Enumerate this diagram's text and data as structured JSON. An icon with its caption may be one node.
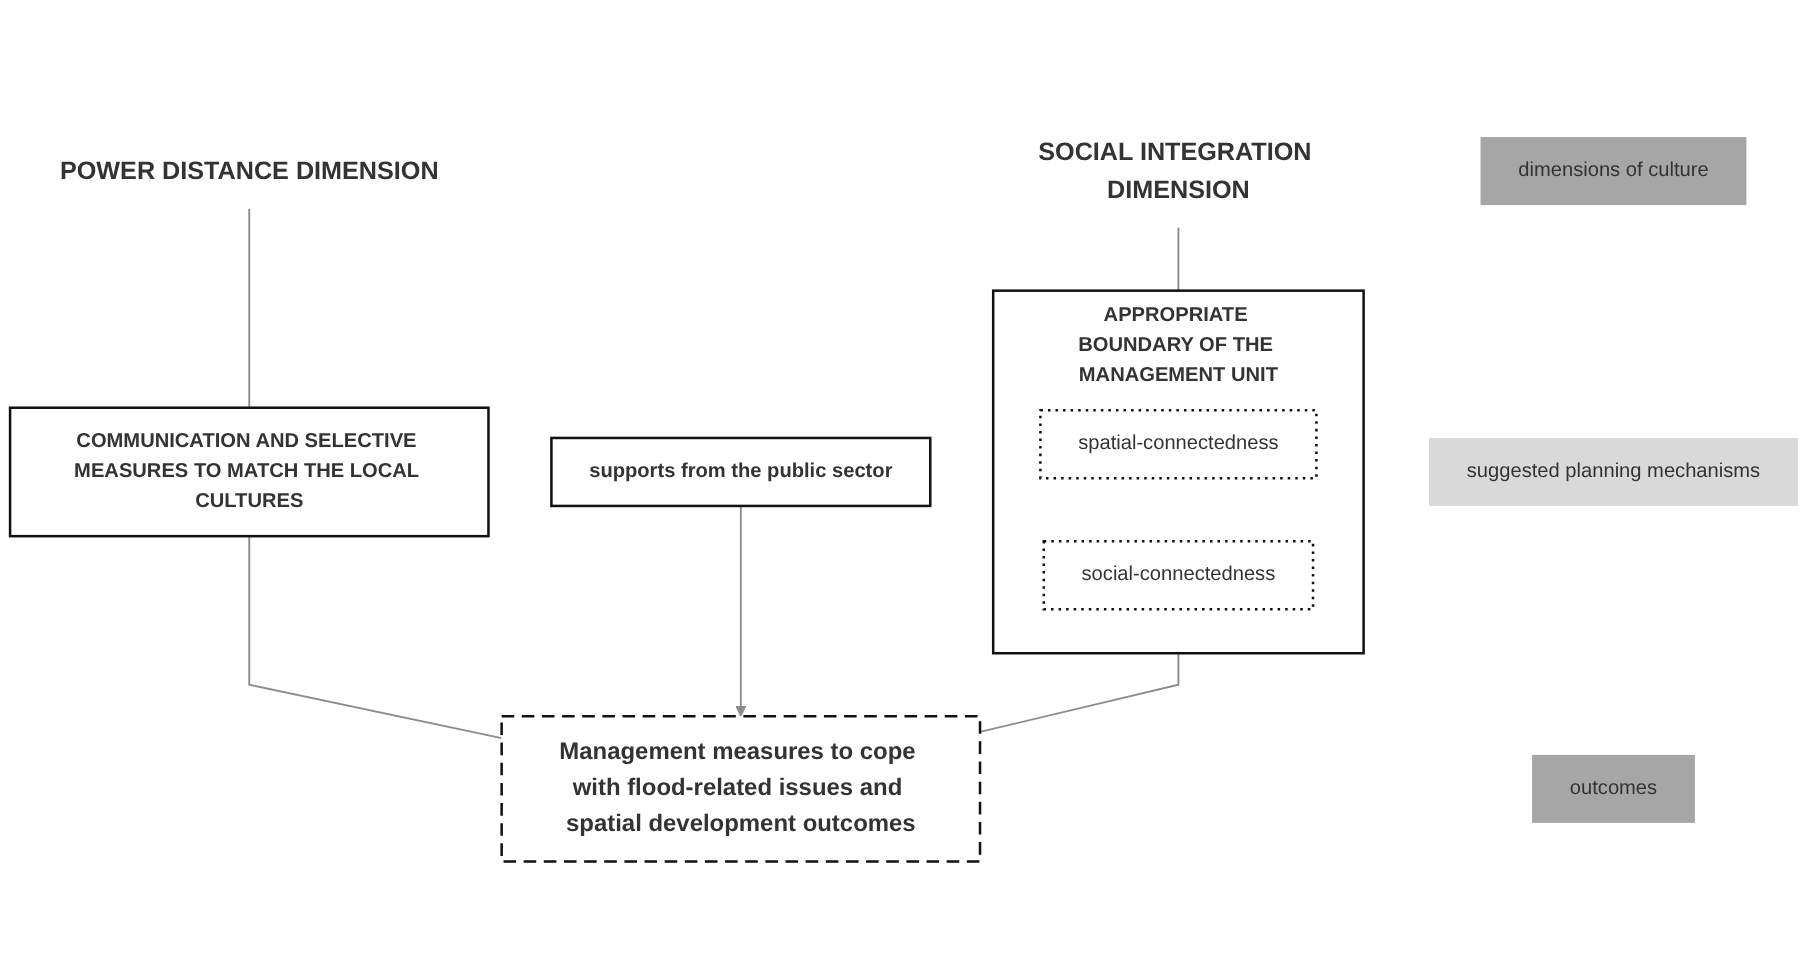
{
  "diagram": {
    "nodes": [
      {
        "text": [
          "POWER DISTANCE DIMENSION"
        ]
      },
      {
        "text": [
          "SOCIAL INTEGRATION DIMENSION"
        ]
      },
      {
        "text": [
          "COMMUNICATION AND SELECTIVE MEASURES TO MATCH THE LOCAL CULTURES"
        ]
      },
      {
        "text": [
          "APPROPRIATE BOUNDARY OF THE MANAGEMENT UNIT"
        ]
      },
      {
        "text": [
          "spatial-connectedness"
        ],
        "in": 3
      },
      {
        "text": [
          "social-connectedness"
        ],
        "in": 3
      },
      {
        "text": [
          "supports from the public sector"
        ]
      },
      {
        "text": [
          "Management measures to cope with flood-related issues and spatial development outcomes"
        ]
      },
      {
        "text": [
          "dimensions of culture"
        ]
      },
      {
        "text": [
          "suggested planning mechanisms"
        ]
      },
      {
        "text": [
          "outcomes"
        ]
      }
    ],
    "edges": [
      {
        "from": 0,
        "to": 2,
        "arrow": "none"
      },
      {
        "from": 1,
        "to": 3,
        "arrow": "none"
      },
      {
        "from": 2,
        "to": 7,
        "arrow": "none"
      },
      {
        "from": 3,
        "to": 7,
        "arrow": "none"
      },
      {
        "from": 6,
        "to": 7,
        "arrow": "to"
      }
    ]
  }
}
